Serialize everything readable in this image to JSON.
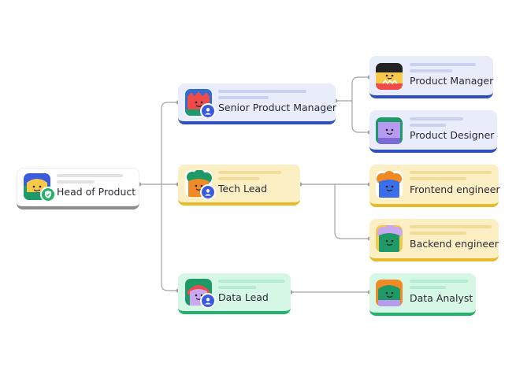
{
  "nodes": {
    "head": {
      "label": "Head of Product",
      "badge_icon": "shield-check-icon"
    },
    "senior_pm": {
      "label": "Senior Product Manager",
      "badge_icon": "user-icon"
    },
    "tech_lead": {
      "label": "Tech Lead",
      "badge_icon": "user-icon"
    },
    "data_lead": {
      "label": "Data Lead",
      "badge_icon": "user-icon"
    },
    "pm": {
      "label": "Product Manager"
    },
    "pd": {
      "label": "Product Designer"
    },
    "fe": {
      "label": "Frontend engineer"
    },
    "be": {
      "label": "Backend engineer"
    },
    "da": {
      "label": "Data Analyst"
    }
  },
  "colors": {
    "blue_bg": "#e8ecfb",
    "blue_accent": "#2f4fbf",
    "yellow_bg": "#fdefc4",
    "yellow_accent": "#e8b92a",
    "green_bg": "#d6f7e6",
    "green_accent": "#22b36b",
    "gray_accent": "#8c8c8c",
    "connector": "#a3a3a3"
  }
}
